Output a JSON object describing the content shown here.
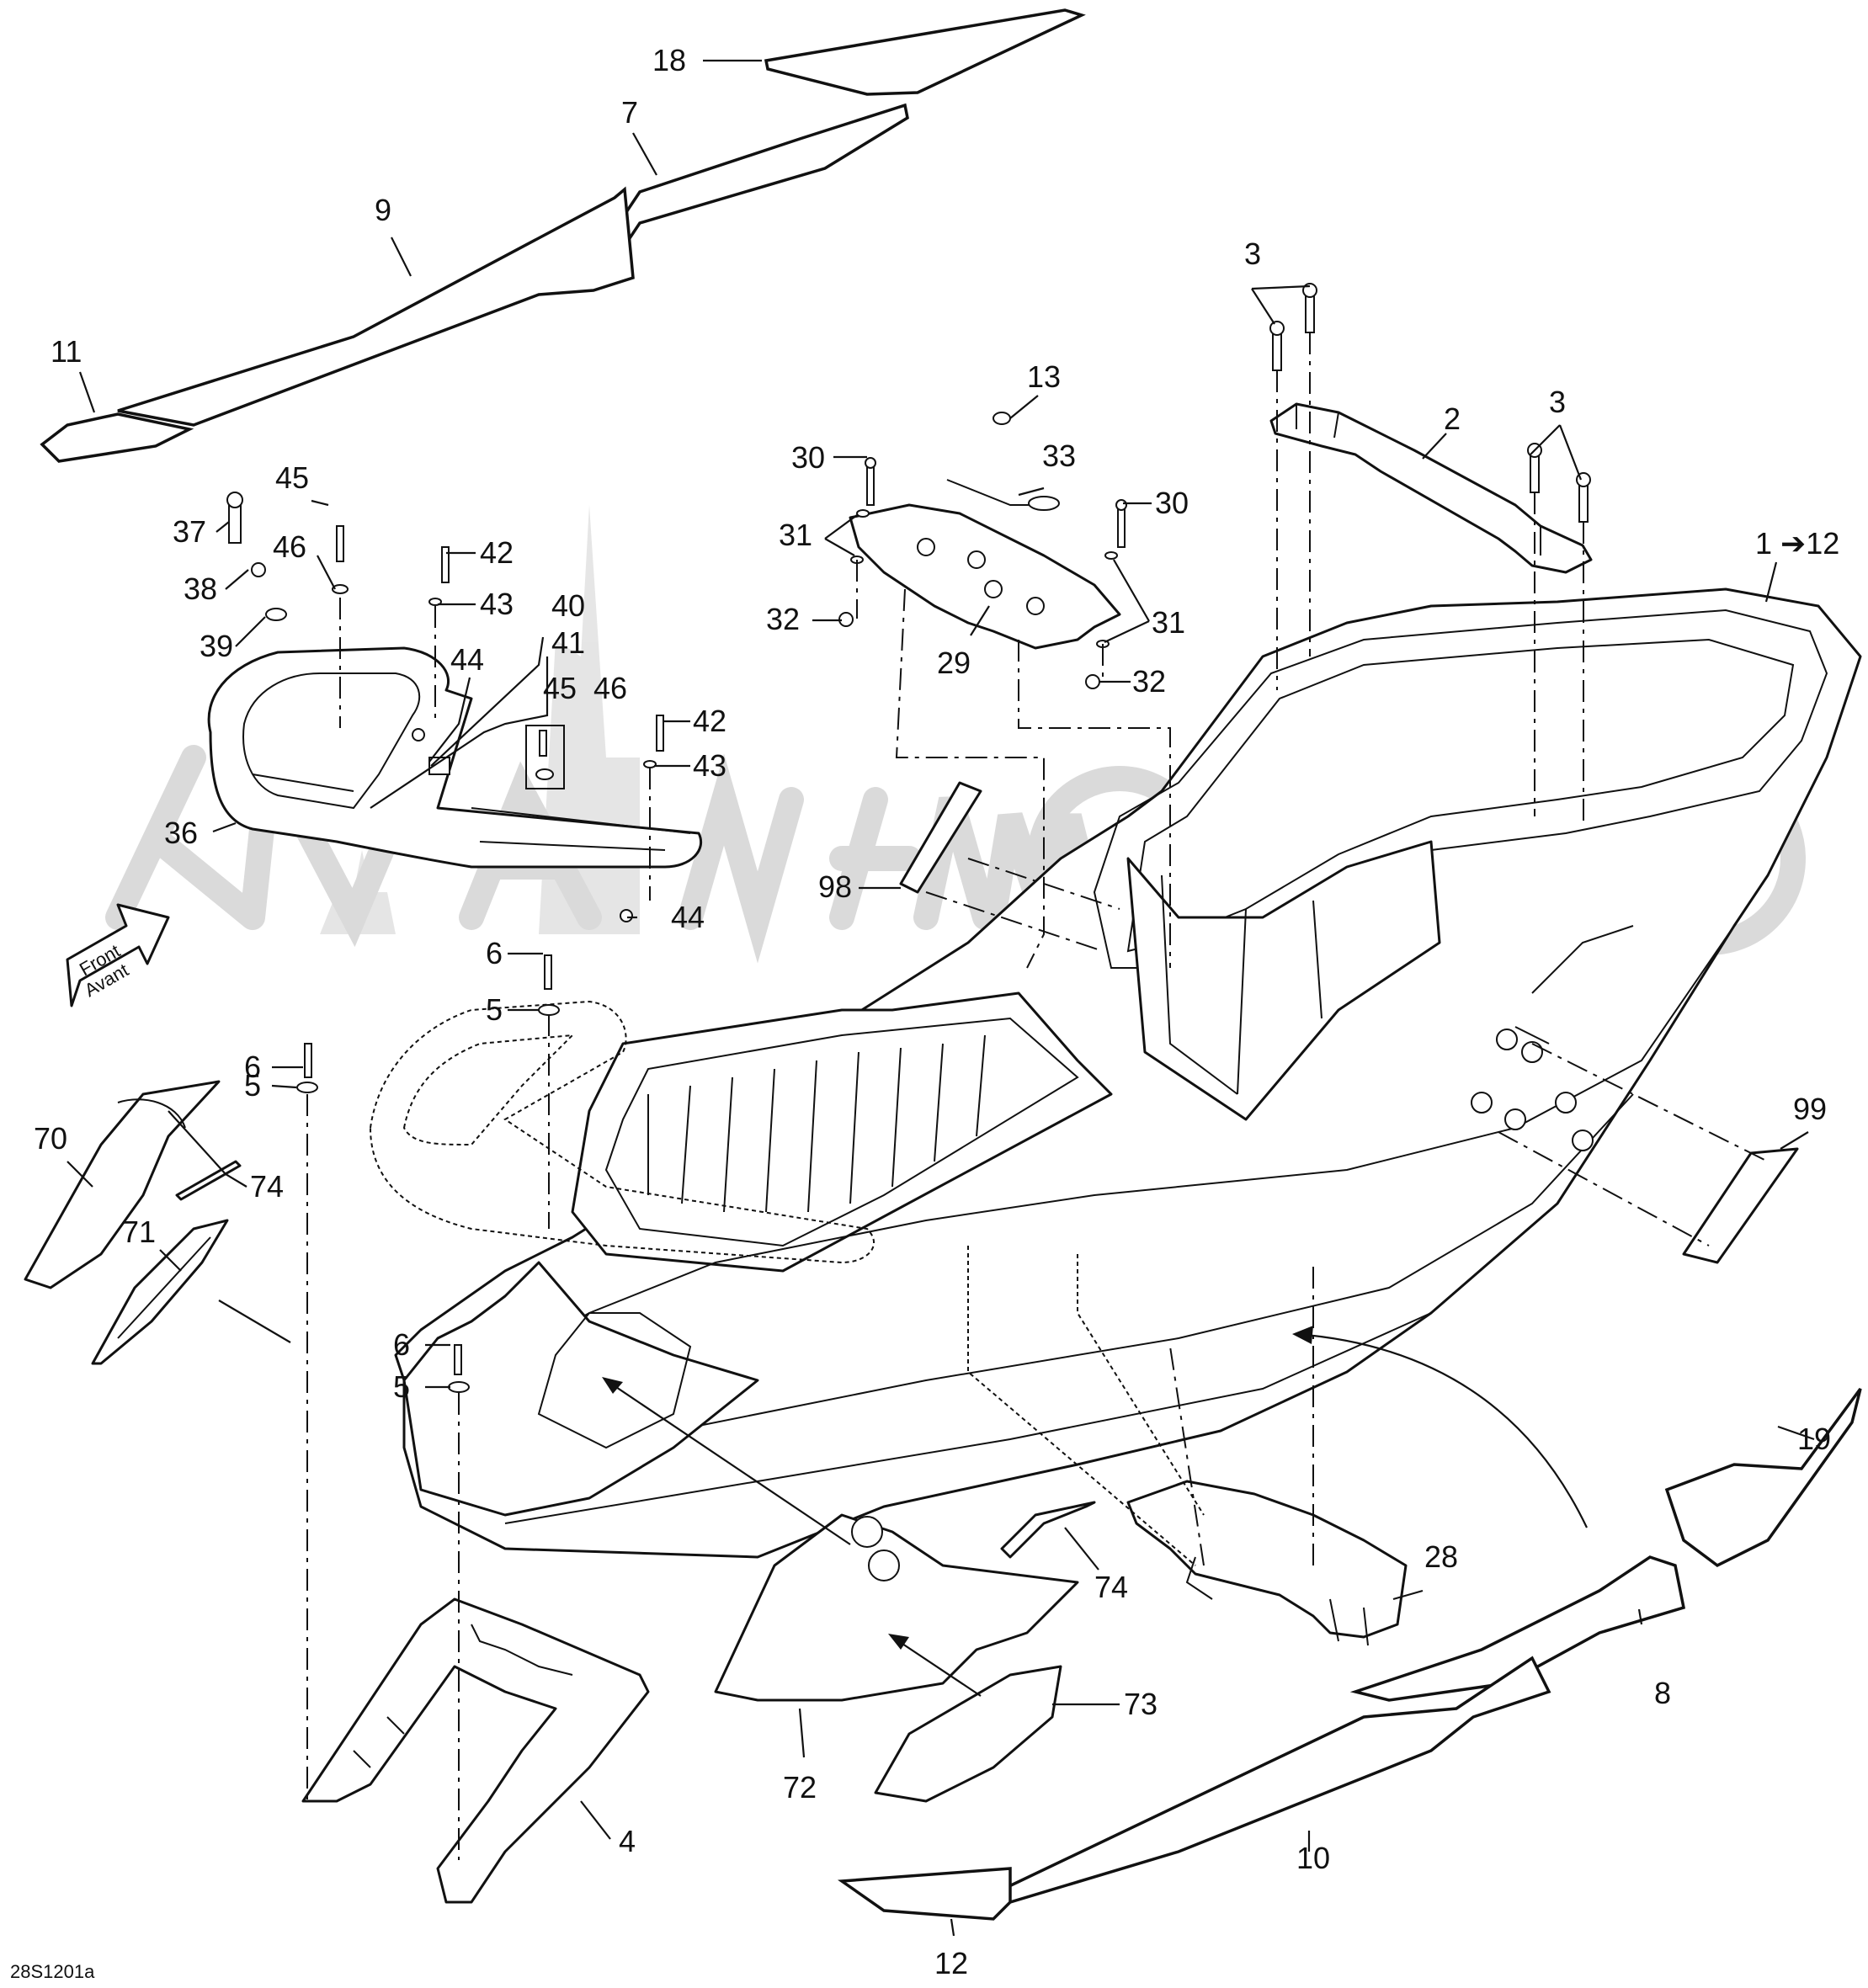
{
  "diagram": {
    "code": "28S1201a",
    "front_arrow": [
      "Front",
      "Avant"
    ],
    "see_note": "1 ➔12",
    "callouts": [
      "18",
      "7",
      "9",
      "11",
      "3",
      "3",
      "2",
      "13",
      "33",
      "30",
      "30",
      "31",
      "31",
      "32",
      "32",
      "29",
      "45",
      "46",
      "37",
      "38",
      "39",
      "42",
      "43",
      "40",
      "41",
      "45",
      "46",
      "44",
      "42",
      "43",
      "44",
      "36",
      "98",
      "6",
      "5",
      "6",
      "5",
      "70",
      "74",
      "71",
      "6",
      "5",
      "99",
      "74",
      "28",
      "19",
      "73",
      "72",
      "4",
      "8",
      "10",
      "12"
    ]
  }
}
